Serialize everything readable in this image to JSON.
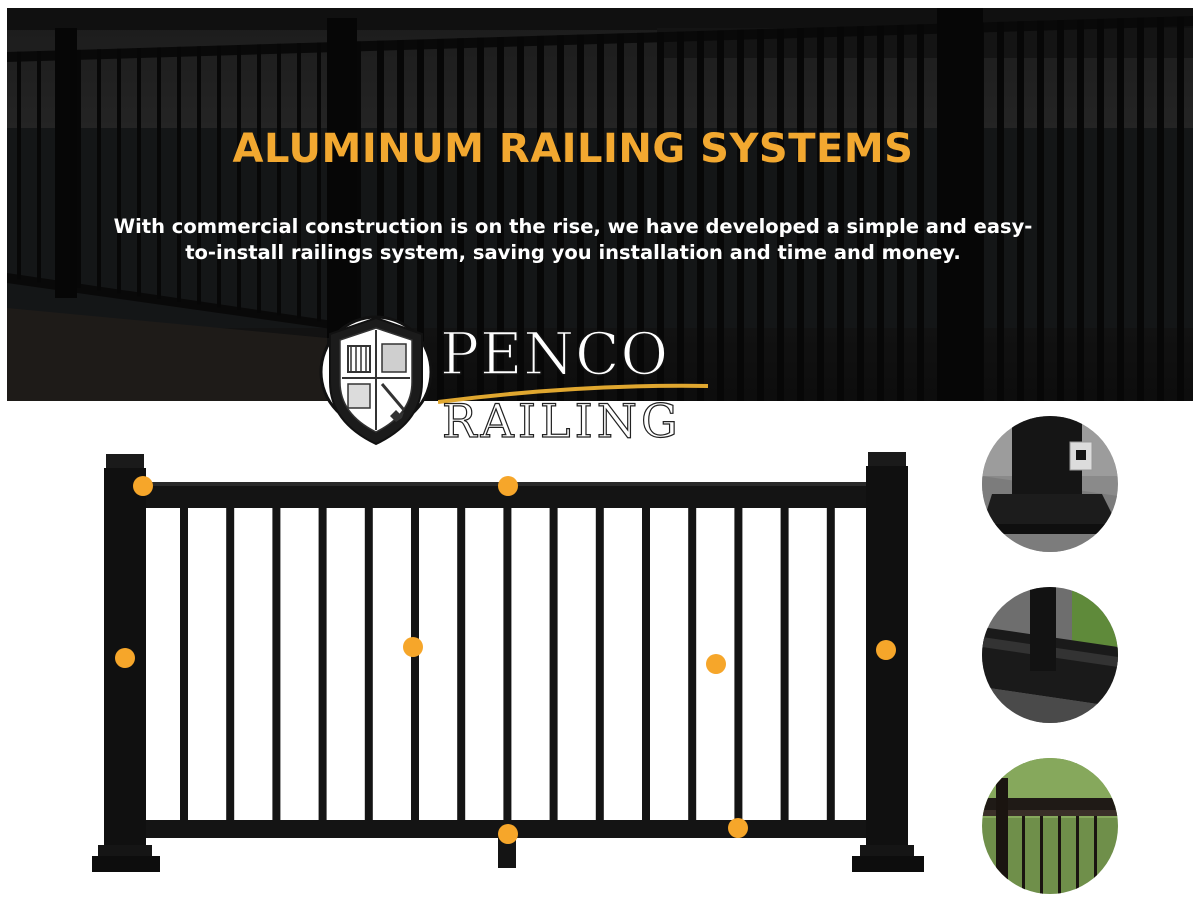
{
  "hero": {
    "title": "ALUMINUM RAILING SYSTEMS",
    "subtitle": "With commercial construction is on the rise, we have developed a simple and easy-to-install railings system, saving you installation and time and money."
  },
  "logo": {
    "word1": "PENCO",
    "word2": "RAILING"
  },
  "colors": {
    "accent": "#f2a830",
    "hotspot": "#f6a62a",
    "railing": "#111111"
  },
  "icons": [
    "shield-crest-icon",
    "texas-icon"
  ]
}
